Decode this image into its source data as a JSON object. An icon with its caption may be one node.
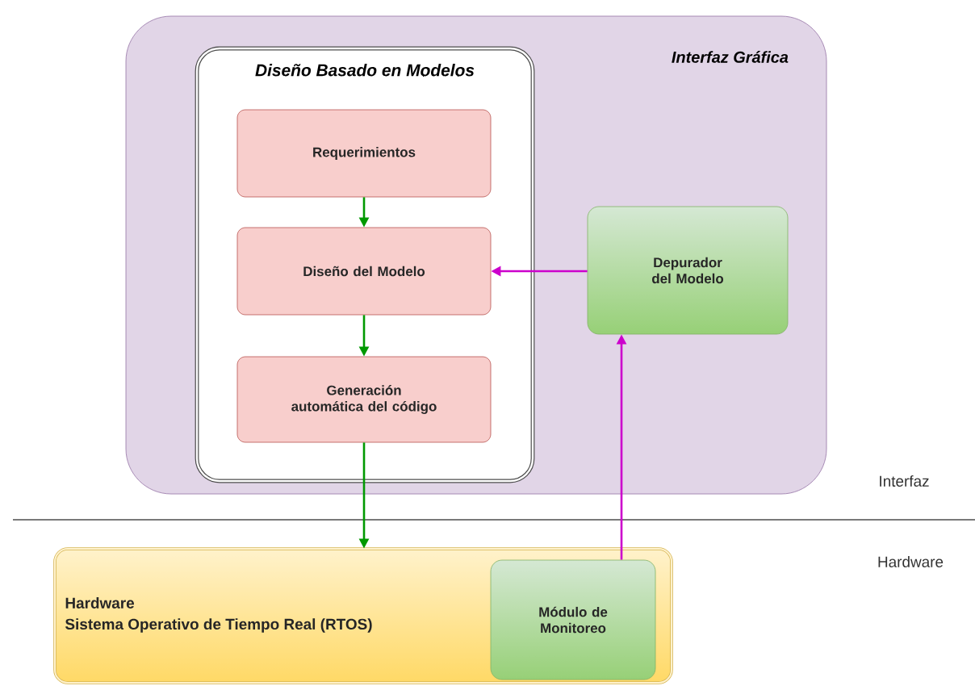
{
  "diagram": {
    "nodes": [
      {
        "text": [
          "Interfaz Gráfica"
        ]
      },
      {
        "text": [
          "Diseño Basado en Modelos"
        ],
        "in": 0
      },
      {
        "text": [
          "Requerimientos"
        ],
        "in": 1
      },
      {
        "text": [
          "Diseño del Modelo"
        ],
        "in": 1
      },
      {
        "text": [
          "Generación automática del código"
        ],
        "in": 1
      },
      {
        "text": [
          "Depurador del Modelo"
        ],
        "in": 0
      },
      {
        "text": [
          "Hardware",
          "Sistema Operativo de Tiempo Real (RTOS)"
        ]
      },
      {
        "text": [
          "Módulo de Monitoreo"
        ],
        "in": 6
      }
    ],
    "edges": [
      {
        "from": 2,
        "to": 3,
        "arrow": "to"
      },
      {
        "from": 3,
        "to": 4,
        "arrow": "to"
      },
      {
        "from": 4,
        "to": 6,
        "arrow": "to"
      },
      {
        "from": 5,
        "to": 3,
        "arrow": "to",
        "color": "#cc00cc"
      },
      {
        "from": 7,
        "to": 5,
        "arrow": "to",
        "color": "#cc00cc"
      }
    ],
    "labels": [
      "Interfaz",
      "Hardware"
    ]
  }
}
